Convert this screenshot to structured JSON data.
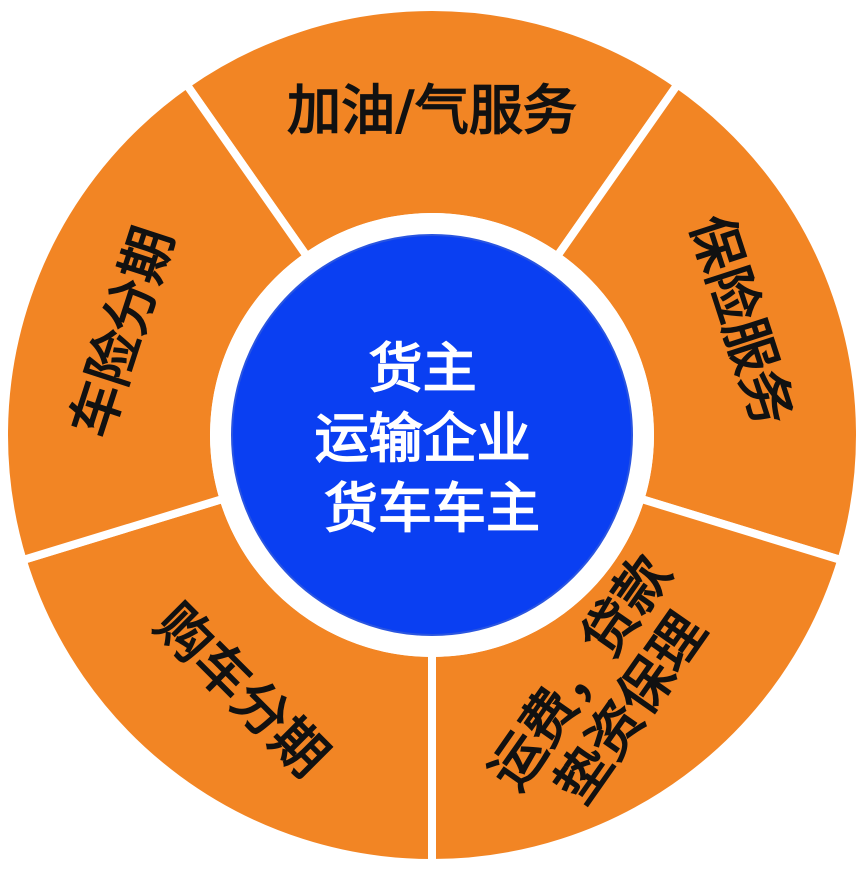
{
  "colors": {
    "segment_fill": "#f28524",
    "center_fill": "#0a3ff2",
    "separator": "#ffffff",
    "segment_text": "#111111",
    "center_text": "#ffffff"
  },
  "center": {
    "lines": [
      "货主",
      "运输企业",
      "货车车主"
    ]
  },
  "segments": [
    {
      "id": "refuel",
      "lines": [
        "加油/气服务"
      ]
    },
    {
      "id": "insurance",
      "lines": [
        "保险服务"
      ]
    },
    {
      "id": "factoring",
      "lines": [
        "运费，贷款",
        "垫资保理"
      ]
    },
    {
      "id": "car-purchase-installment",
      "lines": [
        "购车分期"
      ]
    },
    {
      "id": "car-insurance-installment",
      "lines": [
        "车险分期"
      ]
    }
  ]
}
